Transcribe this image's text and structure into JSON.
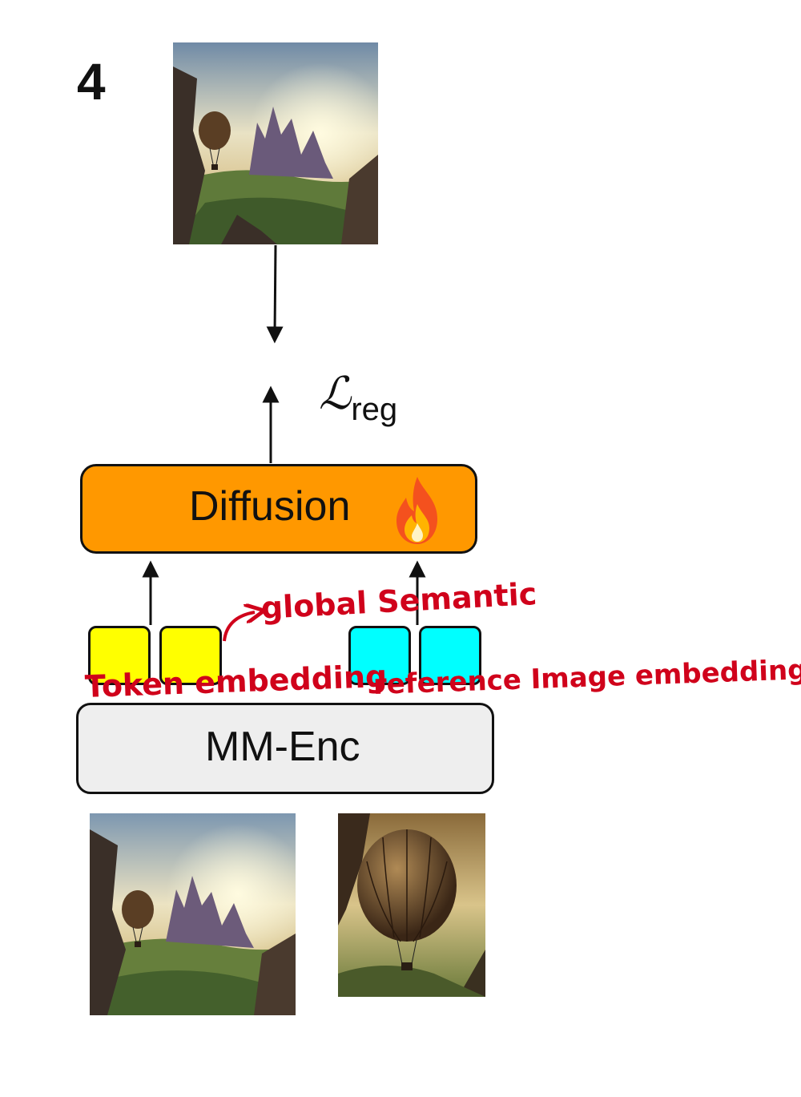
{
  "step_number": "4",
  "loss": {
    "symbol": "ℒ",
    "subscript": "reg"
  },
  "diffusion": {
    "label": "Diffusion",
    "icon": "fire-icon"
  },
  "encoder": {
    "label": "MM-Enc"
  },
  "annotations": {
    "global_semantic": "global Semantic",
    "token_embedding": "Token embedding",
    "reference_image_embedding": "reference Image embedding"
  },
  "colors": {
    "diffusion": "#ff9800",
    "token_yellow": "#ffff00",
    "token_cyan": "#00ffff",
    "encoder": "#eeeeee",
    "handwriting": "#d0021b"
  }
}
